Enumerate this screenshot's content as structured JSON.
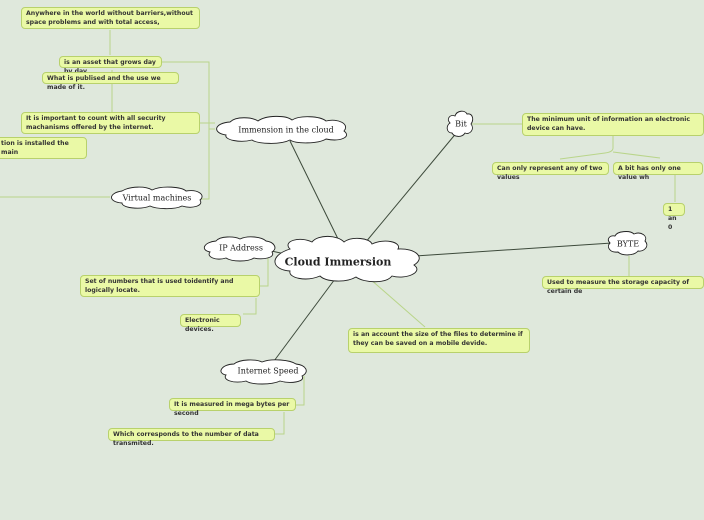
{
  "central": "Cloud Immersion",
  "topics": {
    "immersion": "Immension in the cloud",
    "virtual": "Virtual machines",
    "ip": "IP Address",
    "speed": "Internet Speed",
    "bit": "Bit",
    "byte": "BYTE"
  },
  "notes": {
    "anywhere": "Anywhere in the world without barriers,without space problems and with total access,",
    "asset": "is an asset that grows day by day",
    "published": "What is publised and the use we made of it.",
    "security": "It is important to count with all security machanisms offered by the internet.",
    "installed": "tion is installed the main",
    "ip_def": "Set of numbers that is used toidentify and logically locate.",
    "ip_devices": "Electronic devices.",
    "files": "is an account the size of the files to determine if they can be saved on a mobile devide.",
    "speed_mb": "It is measured in mega bytes per second",
    "speed_data": "Which corresponds to the number of data transmited.",
    "bit_def": "The minimum unit of information an electronic device can have.",
    "bit_two": "Can only represent any of two values",
    "bit_one": "A bit has only one value wh",
    "bit_10": "1 an 0",
    "byte_def": "Used to measure the storage capacity of certain de"
  },
  "colors": {
    "background": "#dfe8dc",
    "note_fill": "#eaf9a6",
    "note_border": "#b8d16c",
    "main_line": "#3d4a3b",
    "sub_line": "#b9d58a",
    "cloud_fill": "#ffffff",
    "cloud_stroke": "#222222"
  }
}
